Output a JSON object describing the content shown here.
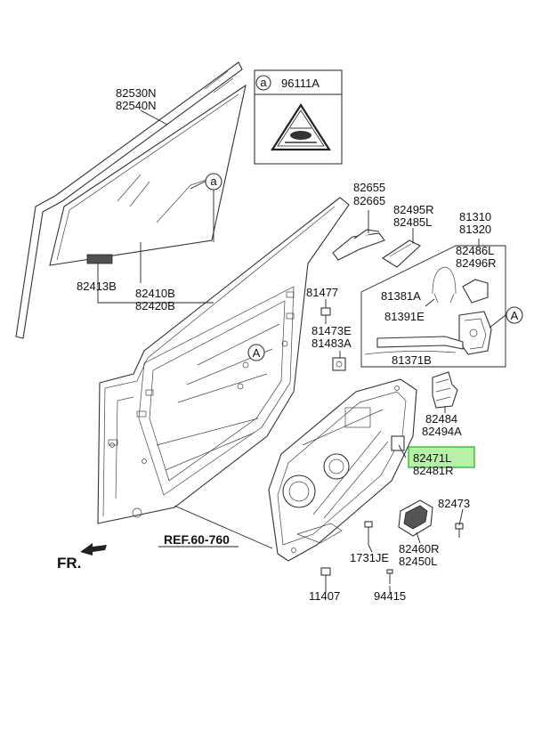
{
  "callouts": {
    "glass_nums": [
      "82530N",
      "82540N"
    ],
    "sticker_part": "96111A",
    "sticker_marker": "a",
    "glass_marker": "a",
    "pad": "82413B",
    "run_channel": [
      "82410B",
      "82420B"
    ],
    "hinge_a": [
      "82655",
      "82665"
    ],
    "hinge_b": [
      "82495R",
      "82485L"
    ],
    "latch_group": [
      "81310",
      "81320"
    ],
    "latch_cover": [
      "82486L",
      "82496R"
    ],
    "cable_a": "81381A",
    "cable_b": "81391E",
    "cable_c": "81371B",
    "detail_marker": "A",
    "frame_marker": "A",
    "bolt_a": "81477",
    "bolt_b": [
      "81473E",
      "81483A"
    ],
    "bracket": [
      "82484",
      "82494A"
    ],
    "regulator": [
      "82471L",
      "82481R"
    ],
    "screw_a": "82473",
    "motor": [
      "82460R",
      "82450L"
    ],
    "clip": "1731JE",
    "screw_b": "94415",
    "screw_c": "11407",
    "ref": "REF.60-760",
    "front": "FR."
  },
  "highlight_color": "#b8f0a8",
  "highlight_border": "#22bb22"
}
